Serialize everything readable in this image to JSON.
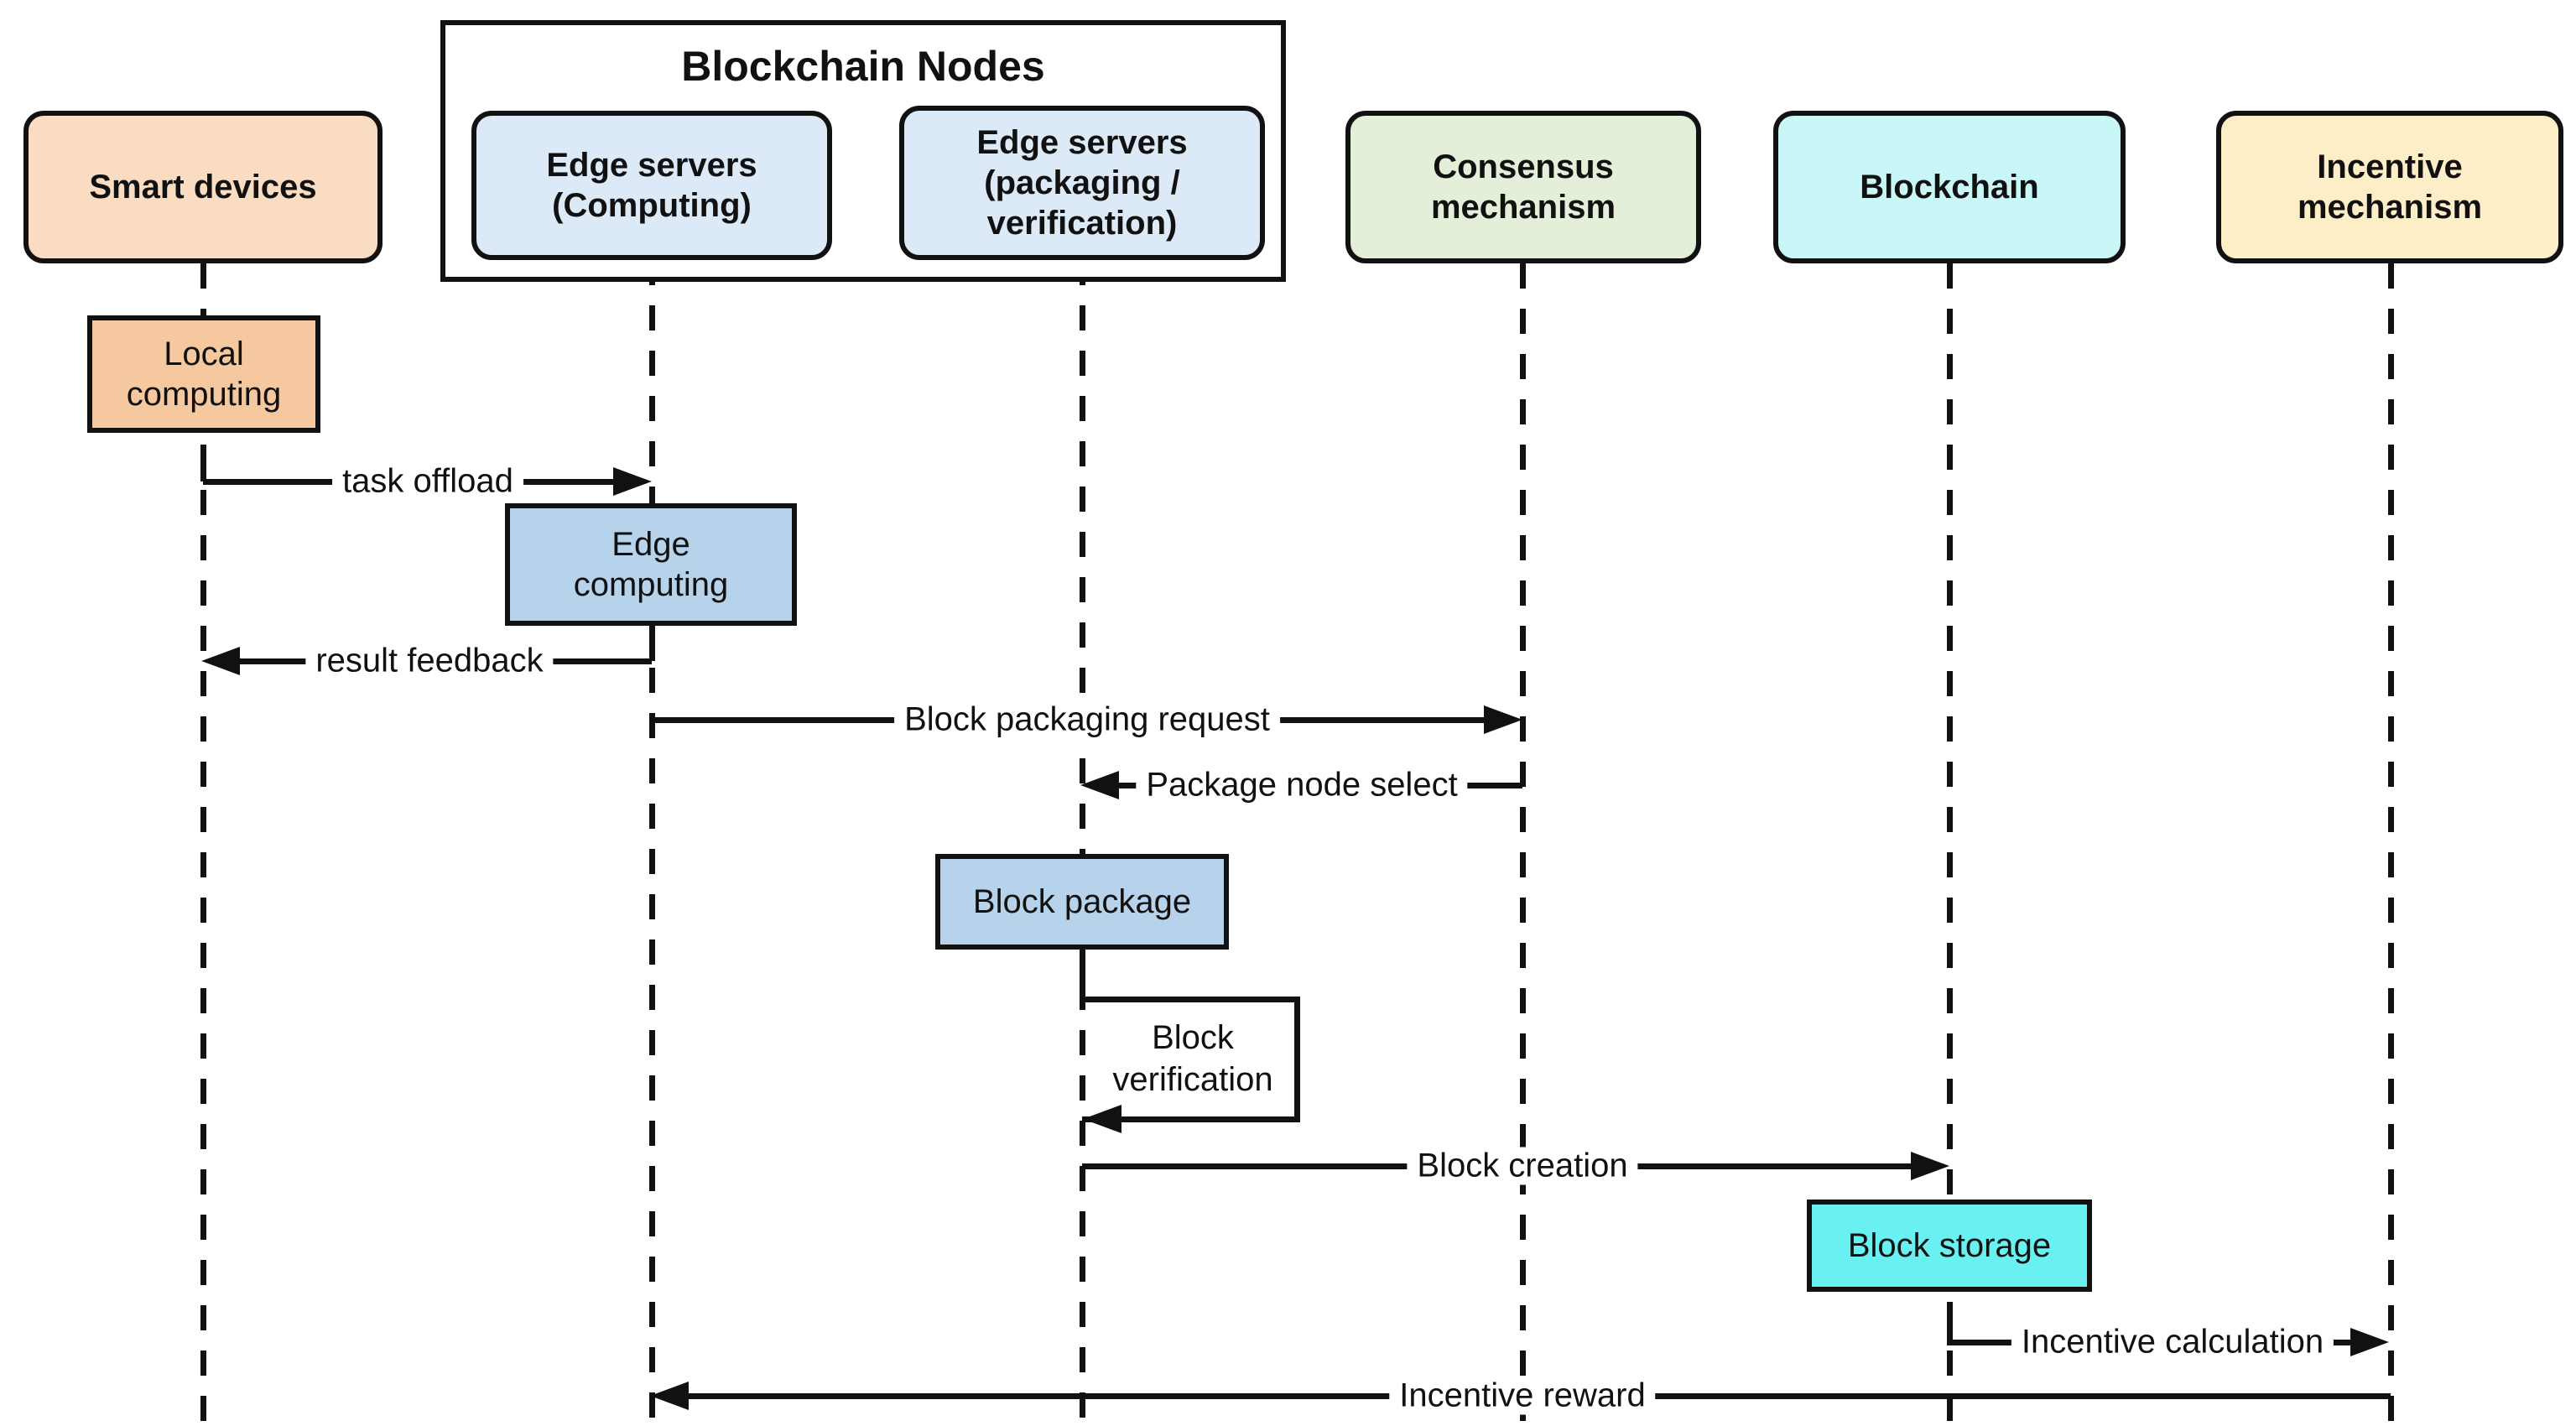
{
  "diagram_type": "sequence-diagram",
  "group": {
    "title": "Blockchain Nodes"
  },
  "actors": {
    "smart_devices": {
      "label": "Smart devices"
    },
    "edge_servers_computing": {
      "lines": [
        "Edge servers",
        "(Computing)"
      ]
    },
    "edge_servers_packaging": {
      "lines": [
        "Edge servers",
        "(packaging /",
        "verification)"
      ]
    },
    "consensus_mechanism": {
      "lines": [
        "Consensus",
        "mechanism"
      ]
    },
    "blockchain": {
      "label": "Blockchain"
    },
    "incentive_mechanism": {
      "lines": [
        "Incentive",
        "mechanism"
      ]
    }
  },
  "activities": {
    "local_computing": {
      "lines": [
        "Local",
        "computing"
      ]
    },
    "edge_computing": {
      "lines": [
        "Edge",
        "computing"
      ]
    },
    "block_package": {
      "label": "Block package"
    },
    "block_verification": {
      "lines": [
        "Block",
        "verification"
      ]
    },
    "block_storage": {
      "label": "Block storage"
    }
  },
  "messages": {
    "task_offload": {
      "label": "task offload",
      "from": "Smart devices",
      "to": "Edge servers (Computing)"
    },
    "result_feedback": {
      "label": "result feedback",
      "from": "Edge servers (Computing)",
      "to": "Smart devices"
    },
    "block_packaging_request": {
      "label": "Block packaging request",
      "from": "Edge servers (Computing)",
      "to": "Consensus mechanism"
    },
    "package_node_select": {
      "label": "Package node select",
      "from": "Consensus mechanism",
      "to": "Edge servers (packaging / verification)"
    },
    "block_creation": {
      "label": "Block creation",
      "from": "Edge servers (packaging / verification)",
      "to": "Blockchain"
    },
    "incentive_calculation": {
      "label": "Incentive calculation",
      "from": "Blockchain",
      "to": "Incentive mechanism"
    },
    "incentive_reward": {
      "label": "Incentive reward",
      "from": "Incentive mechanism",
      "to": "Edge servers (Computing)"
    }
  },
  "colors": {
    "smart_devices_fill": "#FADCC2",
    "edge_header_fill": "#DCE9F6",
    "consensus_fill": "#E4EFD9",
    "blockchain_fill": "#C9F6F6",
    "incentive_fill": "#FDEEC8",
    "local_computing_fill": "#F6C8A0",
    "edge_activity_fill": "#B7D3EC",
    "block_storage_fill": "#69F1F1",
    "line_color": "#111111",
    "background": "#FFFFFF"
  }
}
